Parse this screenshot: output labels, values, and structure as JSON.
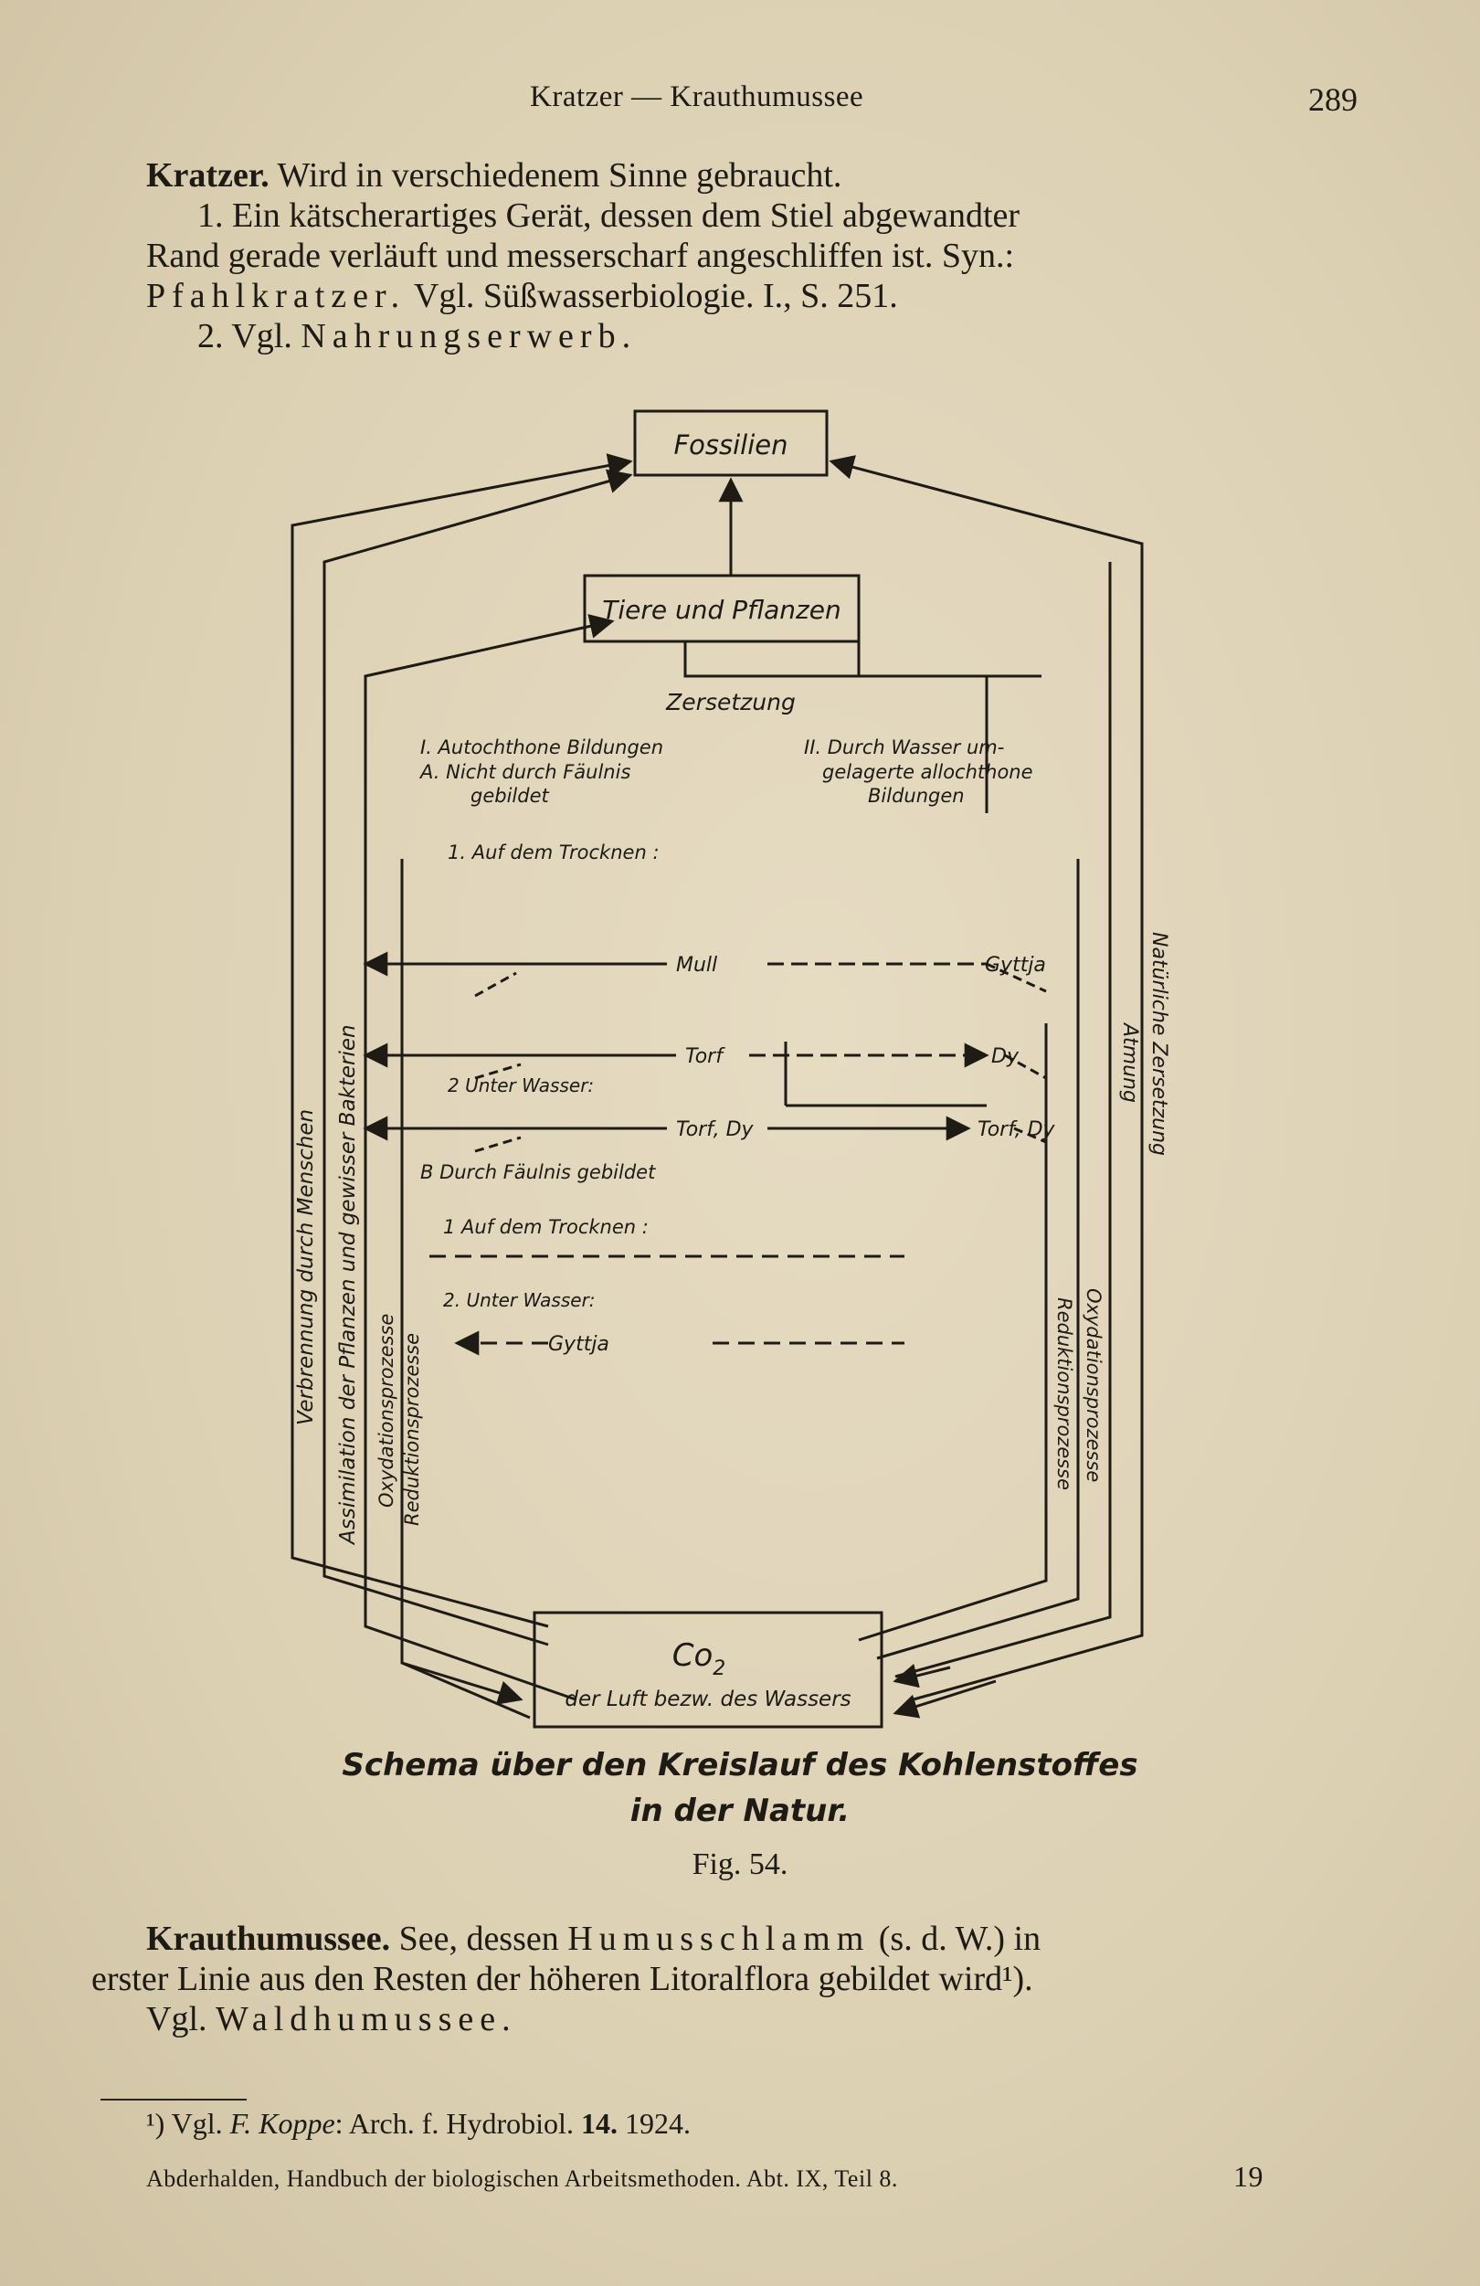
{
  "header": {
    "running_title": "Kratzer — Krauthumussee",
    "page_number": "289"
  },
  "entry1": {
    "line1_term": "Kratzer.",
    "line1_text": " Wird in verschiedenem Sinne gebraucht.",
    "line2": "1. Ein kätscherartiges Gerät, dessen dem Stiel abgewandter",
    "line3": "Rand gerade verläuft und messerscharf angeschliffen ist. Syn.:",
    "line4_spaced": "Pfahlkratzer.",
    "line4_text": " Vgl. Süßwasserbiologie. I., S. 251.",
    "line5_prefix": "2. Vgl. ",
    "line5_spaced": "Nahrungserwerb."
  },
  "figure": {
    "box_top": "Fossilien",
    "box_mid": "Tiere und Pflanzen",
    "box_bottom_line1": "Co",
    "box_bottom_sub": "2",
    "box_bottom_line2": "der Luft bezw. des Wassers",
    "zersetzung": "Zersetzung",
    "left_header1": "I. Autochthone Bildungen",
    "left_header2": "A. Nicht durch Fäulnis",
    "left_header3": "gebildet",
    "right_header1": "II. Durch Wasser um-",
    "right_header2": "gelagerte allochthone",
    "right_header3": "Bildungen",
    "trocknen1": "1. Auf dem Trocknen :",
    "mull": "Mull",
    "gyttja_r": "Gyttja",
    "torf": "Torf",
    "dy_r": "Dy",
    "unter_wasser1": "2 Unter Wasser:",
    "torf_dy": "Torf, Dy",
    "torf_dy_r": "Torf, Dy",
    "b_faeulnis": "B Durch Fäulnis gebildet",
    "trocknen2": "1 Auf dem Trocknen :",
    "unter_wasser2": "2. Unter Wasser:",
    "gyttja_c": "Gyttja",
    "v_verbrennung": "Verbrennung durch Menschen",
    "v_assimilation": "Assimilation der Pflanzen und gewisser Bakterien",
    "v_oxyd_left": "Oxydationsprozesse",
    "v_reduk_left": "Reduktionsprozesse",
    "v_natuerliche": "Natürliche Zersetzung",
    "v_atmung": "Atmung",
    "v_oxyd_right": "Oxydationsprozesse",
    "v_reduk_right": "Reduktionsprozesse"
  },
  "caption": {
    "line1": "Schema über den Kreislauf des Kohlenstoffes",
    "line2": "in der Natur.",
    "fig_label": "Fig. 54."
  },
  "entry2": {
    "term": "Krauthumussee.",
    "text_a": " See, dessen ",
    "spaced_a": "Humusschlamm",
    "text_b": " (s. d. W.) in",
    "line2": "erster Linie aus den Resten der höheren Litoralflora gebildet wird¹).",
    "line3_prefix": "Vgl. ",
    "line3_spaced": "Waldhumussee."
  },
  "footnote": {
    "prefix": "¹) Vgl. ",
    "author": "F. Koppe",
    "text": ": Arch. f. Hydrobiol. ",
    "volume": "14.",
    "year": " 1924."
  },
  "footer": {
    "text": "Abderhalden, Handbuch der biologischen Arbeitsmethoden. Abt. IX, Teil 8.",
    "signature": "19"
  }
}
